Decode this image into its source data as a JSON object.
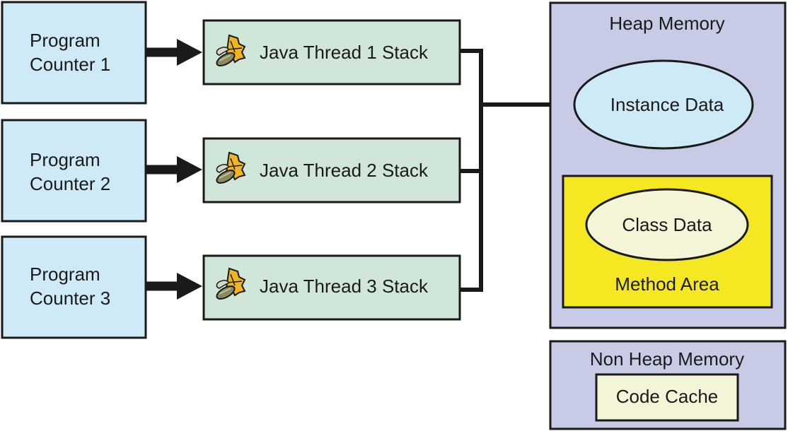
{
  "colors": {
    "counter_fill": "#cfeaf7",
    "stack_fill": "#cfe6d8",
    "heap_fill": "#c8cbe6",
    "instance_fill": "#cfeaf7",
    "method_area_fill": "#f5e722",
    "class_data_fill": "#f3f5d6",
    "code_cache_fill": "#f3f5d6",
    "stroke": "#1a1a1a"
  },
  "counters": [
    {
      "line1": "Program",
      "line2": "Counter 1"
    },
    {
      "line1": "Program",
      "line2": "Counter 2"
    },
    {
      "line1": "Program",
      "line2": "Counter 3"
    }
  ],
  "stacks": [
    {
      "label": "Java Thread 1 Stack",
      "icon": "java-duke-thread-icon"
    },
    {
      "label": "Java Thread 2 Stack",
      "icon": "java-duke-thread-icon"
    },
    {
      "label": "Java Thread 3 Stack",
      "icon": "java-duke-thread-icon"
    }
  ],
  "heap": {
    "title": "Heap Memory",
    "instance_data": "Instance Data",
    "method_area": {
      "label": "Method Area",
      "class_data": "Class Data"
    }
  },
  "non_heap": {
    "title": "Non Heap Memory",
    "code_cache": "Code Cache"
  }
}
